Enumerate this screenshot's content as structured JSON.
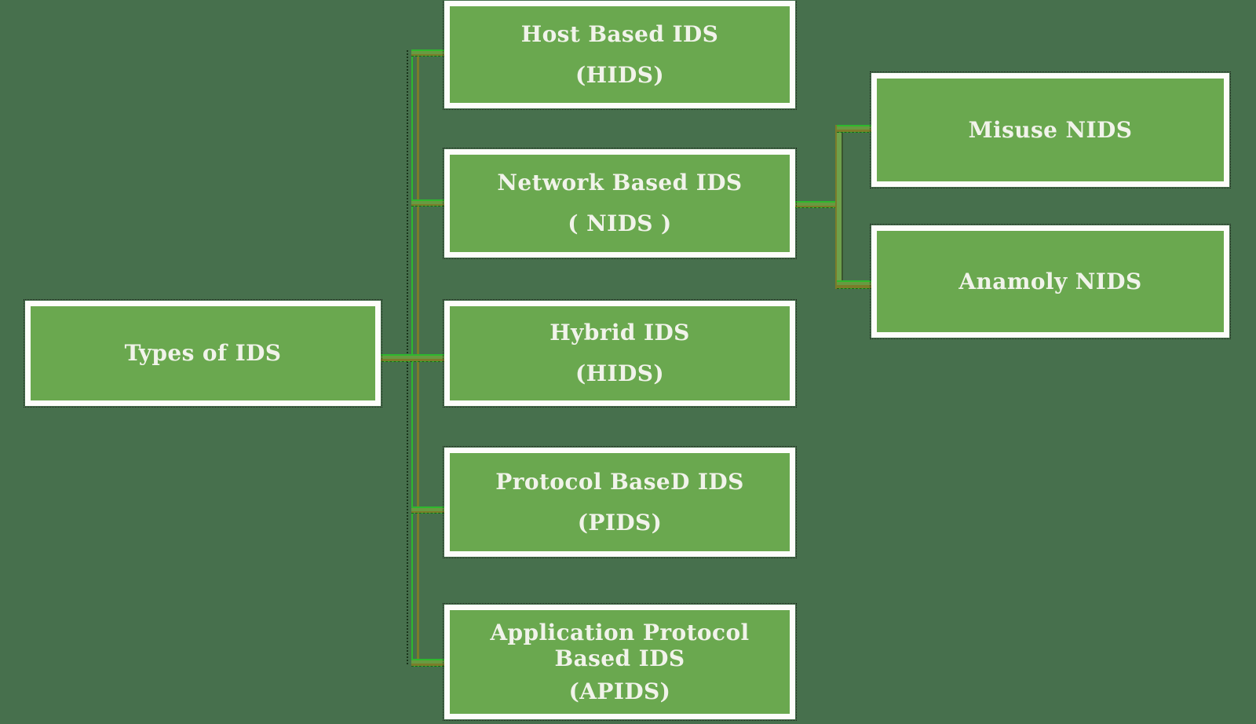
{
  "diagram": {
    "type": "tree",
    "background_color": "#47704d",
    "colors": {
      "node_fill": "#6aa84f",
      "node_border": "#fdfdfa",
      "node_outline": "#1c231a",
      "node_text": "#f1f3ea",
      "connector_bright_green": "#2eb82e",
      "connector_olive": "#7b7c2a",
      "connector_medium_green": "#6fa04b"
    },
    "nodes": {
      "root": {
        "title": "Types of IDS"
      },
      "host": {
        "title": "Host Based IDS",
        "subtitle": "(HIDS)"
      },
      "network": {
        "title": "Network Based IDS",
        "subtitle": "( NIDS )"
      },
      "hybrid": {
        "title": "Hybrid IDS",
        "subtitle": "(HIDS)"
      },
      "protocol": {
        "title": "Protocol BaseD IDS",
        "subtitle": "(PIDS)"
      },
      "application": {
        "title": "Application Protocol Based IDS",
        "subtitle": "(APIDS)"
      },
      "misuse": {
        "title": "Misuse NIDS"
      },
      "anamoly": {
        "title": "Anamoly NIDS"
      }
    },
    "edges": [
      {
        "from": "root",
        "to": "host"
      },
      {
        "from": "root",
        "to": "network"
      },
      {
        "from": "root",
        "to": "hybrid"
      },
      {
        "from": "root",
        "to": "protocol"
      },
      {
        "from": "root",
        "to": "application"
      },
      {
        "from": "network",
        "to": "misuse"
      },
      {
        "from": "network",
        "to": "anamoly"
      }
    ]
  }
}
